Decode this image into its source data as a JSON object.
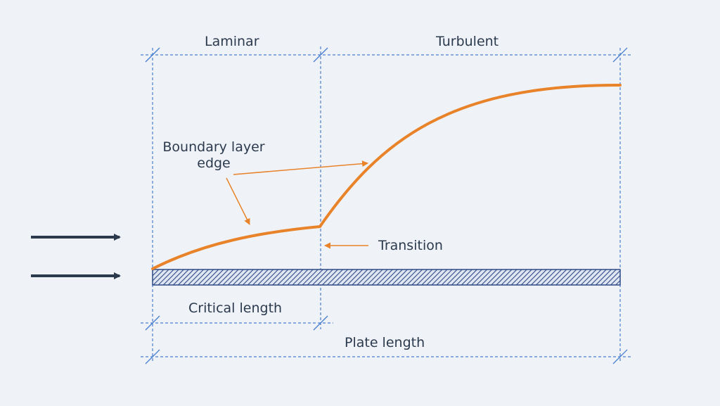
{
  "regions": {
    "laminar": "Laminar",
    "turbulent": "Turbulent"
  },
  "annotations": {
    "boundary_layer_line1": "Boundary layer",
    "boundary_layer_line2": "edge",
    "transition": "Transition"
  },
  "dimensions": {
    "critical_length": "Critical length",
    "plate_length": "Plate length"
  },
  "colors": {
    "background": "#eff2f7",
    "dimension_lines": "#4a7fd0",
    "boundary_layer_curve": "#e8832a",
    "plate_hatch": "#2f4b86",
    "flow_arrows": "#2c3a4e",
    "text": "#2c3a4e"
  },
  "icons": {
    "flow_arrow": "right-arrow"
  }
}
